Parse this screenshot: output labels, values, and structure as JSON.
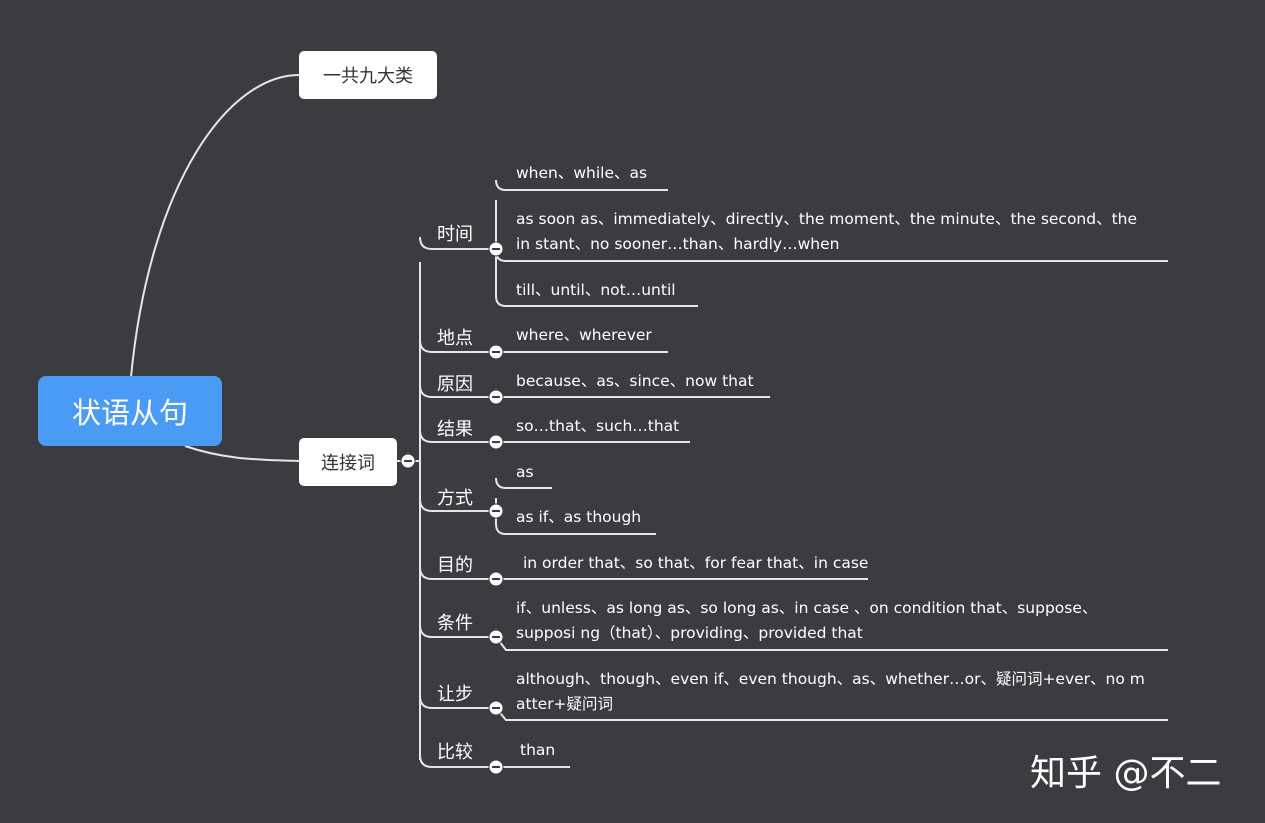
{
  "root": "状语从句",
  "top_node": "一共九大类",
  "connector_node": "连接词",
  "categories": [
    {
      "label": "时间",
      "items": [
        "when、while、as",
        "as soon as、immediately、directly、the moment、the minute、the second、the in stant、no sooner…than、hardly…when",
        "till、until、not…until"
      ]
    },
    {
      "label": "地点",
      "items": [
        "where、wherever"
      ]
    },
    {
      "label": "原因",
      "items": [
        "because、as、since、now that"
      ]
    },
    {
      "label": "结果",
      "items": [
        "so…that、such…that"
      ]
    },
    {
      "label": "方式",
      "items": [
        "as",
        "as if、as though"
      ]
    },
    {
      "label": "目的",
      "items": [
        "in order that、so that、for fear that、in case"
      ]
    },
    {
      "label": "条件",
      "items": [
        "if、unless、as long as、so long as、in case 、on condition that、suppose、supposi ng（that）、providing、provided that"
      ]
    },
    {
      "label": "让步",
      "items": [
        "although、though、even if、even though、as、whether…or、疑问词+ever、no m atter+疑问词"
      ]
    },
    {
      "label": "比较",
      "items": [
        "than"
      ]
    }
  ],
  "watermark": "知乎 @不二",
  "colors": {
    "background": "#3a3c3f",
    "root": "#4a9bf6",
    "line": "#e6e6e6"
  }
}
